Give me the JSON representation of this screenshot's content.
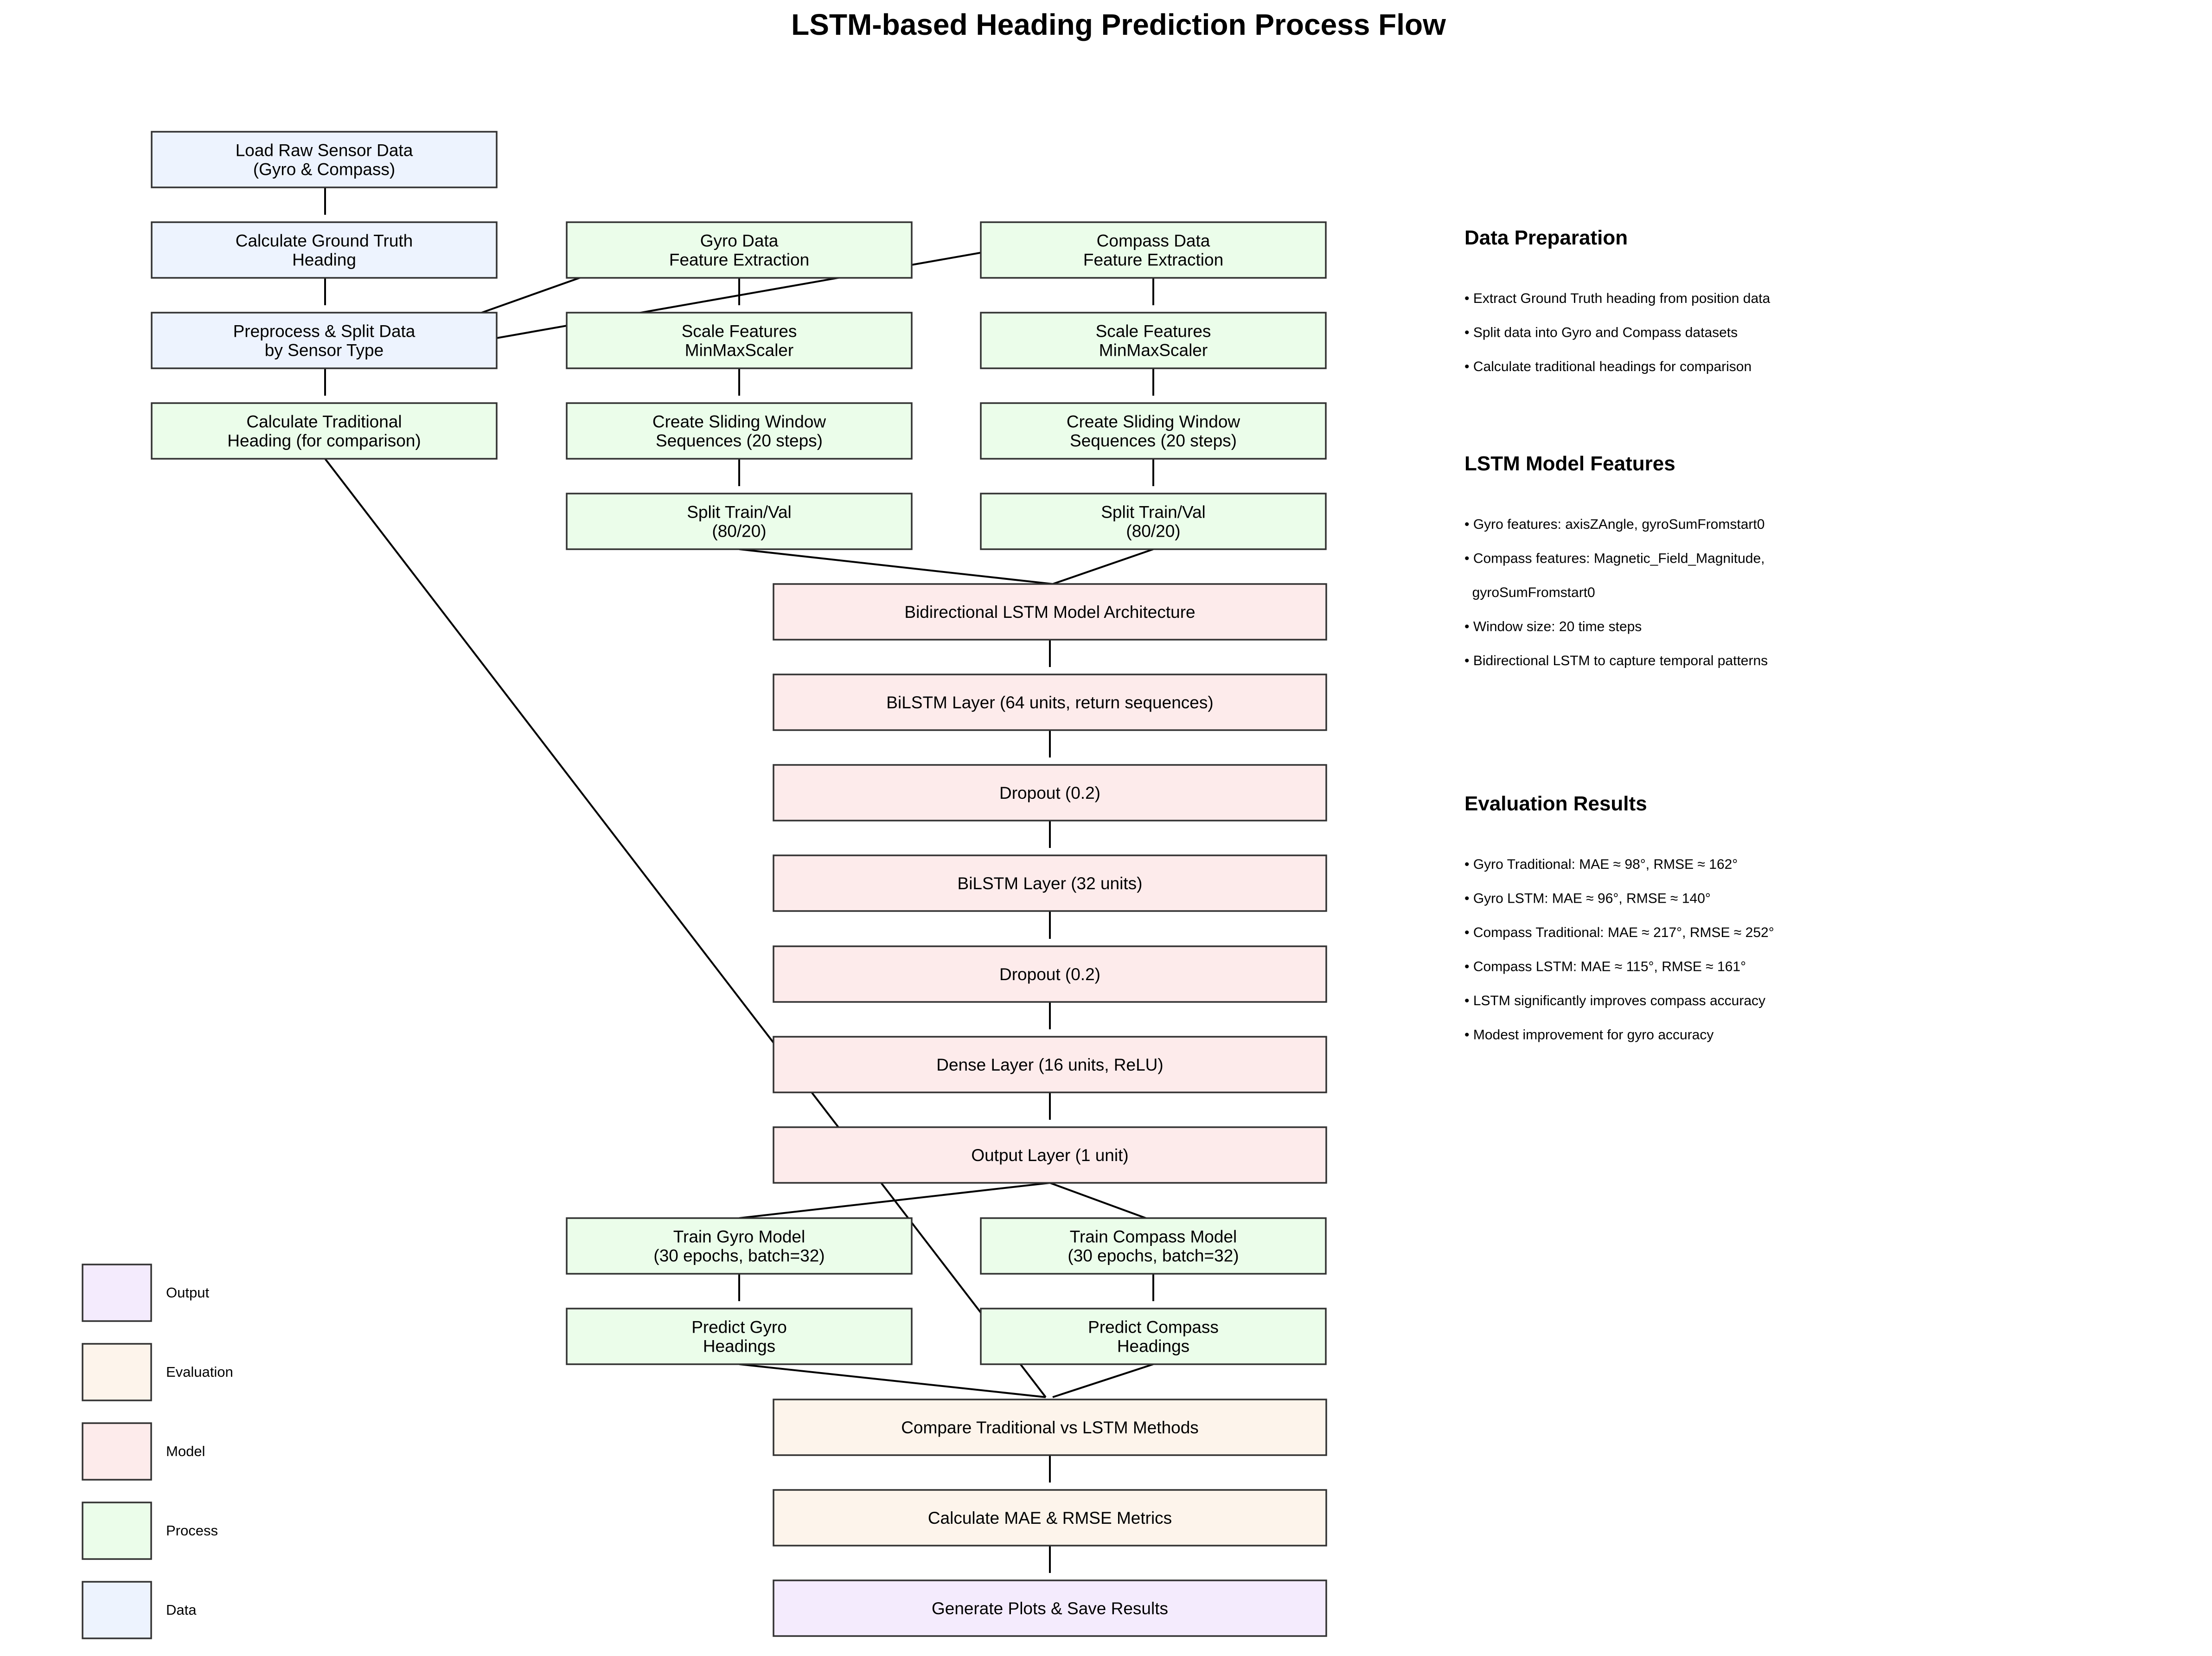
{
  "title": "LSTM-based Heading Prediction Process Flow",
  "colors": {
    "data": "#edf3fe",
    "process": "#ebfdea",
    "model": "#fdebeb",
    "evaluation": "#fdf4eb",
    "output": "#f4ebfd",
    "stroke": "#333333"
  },
  "nodes": [
    {
      "id": "load-raw",
      "lines": [
        "Load Raw Sensor Data",
        "(Gyro & Compass)"
      ],
      "cat": "data"
    },
    {
      "id": "ground-truth",
      "lines": [
        "Calculate Ground Truth",
        "Heading"
      ],
      "cat": "data"
    },
    {
      "id": "preprocess",
      "lines": [
        "Preprocess & Split Data",
        "by Sensor Type"
      ],
      "cat": "data"
    },
    {
      "id": "traditional",
      "lines": [
        "Calculate Traditional",
        "Heading (for comparison)"
      ],
      "cat": "process"
    },
    {
      "id": "gyro-feat",
      "lines": [
        "Gyro Data",
        "Feature Extraction"
      ],
      "cat": "process"
    },
    {
      "id": "gyro-scale",
      "lines": [
        "Scale Features",
        "MinMaxScaler"
      ],
      "cat": "process"
    },
    {
      "id": "gyro-window",
      "lines": [
        "Create Sliding Window",
        "Sequences (20 steps)"
      ],
      "cat": "process"
    },
    {
      "id": "gyro-split",
      "lines": [
        "Split Train/Val",
        "(80/20)"
      ],
      "cat": "process"
    },
    {
      "id": "compass-feat",
      "lines": [
        "Compass Data",
        "Feature Extraction"
      ],
      "cat": "process"
    },
    {
      "id": "compass-scale",
      "lines": [
        "Scale Features",
        "MinMaxScaler"
      ],
      "cat": "process"
    },
    {
      "id": "compass-window",
      "lines": [
        "Create Sliding Window",
        "Sequences (20 steps)"
      ],
      "cat": "process"
    },
    {
      "id": "compass-split",
      "lines": [
        "Split Train/Val",
        "(80/20)"
      ],
      "cat": "process"
    },
    {
      "id": "bilstm-arch",
      "lines": [
        "Bidirectional LSTM Model Architecture"
      ],
      "cat": "model"
    },
    {
      "id": "bilstm-64",
      "lines": [
        "BiLSTM Layer (64 units, return sequences)"
      ],
      "cat": "model"
    },
    {
      "id": "dropout-1",
      "lines": [
        "Dropout (0.2)"
      ],
      "cat": "model"
    },
    {
      "id": "bilstm-32",
      "lines": [
        "BiLSTM Layer (32 units)"
      ],
      "cat": "model"
    },
    {
      "id": "dropout-2",
      "lines": [
        "Dropout (0.2)"
      ],
      "cat": "model"
    },
    {
      "id": "dense",
      "lines": [
        "Dense Layer (16 units, ReLU)"
      ],
      "cat": "model"
    },
    {
      "id": "output-layer",
      "lines": [
        "Output Layer (1 unit)"
      ],
      "cat": "model"
    },
    {
      "id": "train-gyro",
      "lines": [
        "Train Gyro Model",
        "(30 epochs, batch=32)"
      ],
      "cat": "process"
    },
    {
      "id": "train-compass",
      "lines": [
        "Train Compass Model",
        "(30 epochs, batch=32)"
      ],
      "cat": "process"
    },
    {
      "id": "predict-gyro",
      "lines": [
        "Predict Gyro",
        "Headings"
      ],
      "cat": "process"
    },
    {
      "id": "predict-compass",
      "lines": [
        "Predict Compass",
        "Headings"
      ],
      "cat": "process"
    },
    {
      "id": "compare",
      "lines": [
        "Compare Traditional vs LSTM Methods"
      ],
      "cat": "evaluation"
    },
    {
      "id": "metrics",
      "lines": [
        "Calculate MAE & RMSE Metrics"
      ],
      "cat": "evaluation"
    },
    {
      "id": "plots",
      "lines": [
        "Generate Plots & Save Results"
      ],
      "cat": "output"
    }
  ],
  "side_sections": [
    {
      "heading": "Data Preparation",
      "lines": [
        "• Extract Ground Truth heading from position data",
        "• Split data into Gyro and Compass datasets",
        "• Calculate traditional headings for comparison"
      ]
    },
    {
      "heading": "LSTM Model Features",
      "lines": [
        "• Gyro features: axisZAngle, gyroSumFromstart0",
        "• Compass features: Magnetic_Field_Magnitude,",
        "  gyroSumFromstart0",
        "• Window size: 20 time steps",
        "• Bidirectional LSTM to capture temporal patterns"
      ]
    },
    {
      "heading": "Evaluation Results",
      "lines": [
        "• Gyro Traditional: MAE ≈ 98°, RMSE ≈ 162°",
        "• Gyro LSTM: MAE ≈ 96°, RMSE ≈ 140°",
        "• Compass Traditional: MAE ≈ 217°, RMSE ≈ 252°",
        "• Compass LSTM: MAE ≈ 115°, RMSE ≈ 161°",
        "• LSTM significantly improves compass accuracy",
        "• Modest improvement for gyro accuracy"
      ]
    }
  ],
  "legend": [
    {
      "label": "Output",
      "cat": "output"
    },
    {
      "label": "Evaluation",
      "cat": "evaluation"
    },
    {
      "label": "Model",
      "cat": "model"
    },
    {
      "label": "Process",
      "cat": "process"
    },
    {
      "label": "Data",
      "cat": "data"
    }
  ]
}
